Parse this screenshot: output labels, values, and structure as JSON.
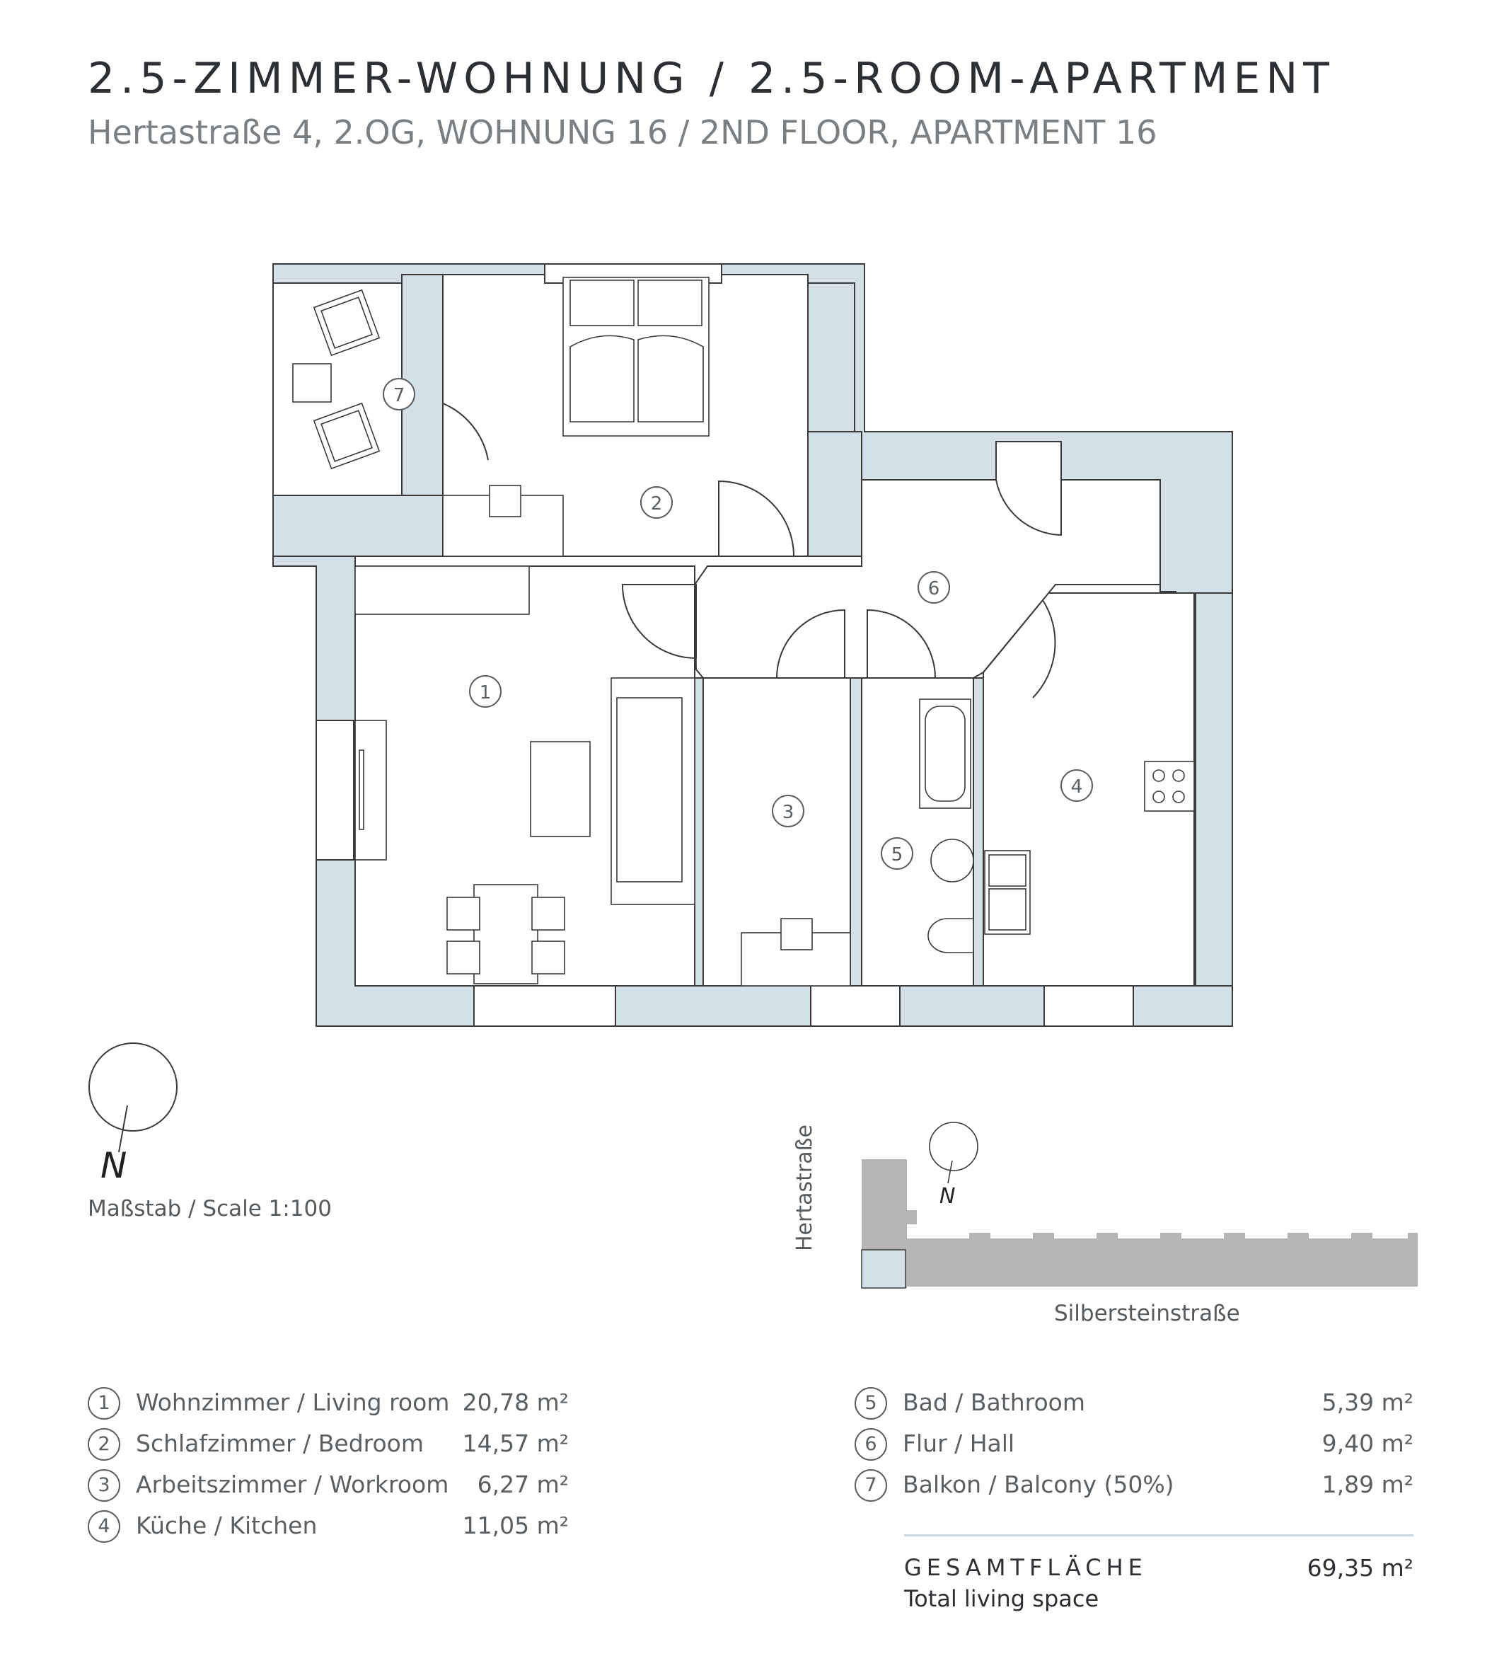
{
  "header": {
    "title": "2.5-ZIMMER-WOHNUNG / 2.5-ROOM-APARTMENT",
    "subtitle": "Hertastraße 4, 2.OG, WOHNUNG 16 / 2ND FLOOR, APARTMENT 16"
  },
  "plan": {
    "room_markers": [
      "1",
      "2",
      "3",
      "4",
      "5",
      "6",
      "7"
    ],
    "compass_letter": "N",
    "scale": "Maßstab / Scale 1:100"
  },
  "site": {
    "street_vertical": "Hertastraße",
    "street_horizontal": "Silbersteinstraße",
    "compass_letter": "N"
  },
  "rooms_left": [
    {
      "num": "1",
      "label": "Wohnzimmer / Living room",
      "area": "20,78 m²"
    },
    {
      "num": "2",
      "label": "Schlafzimmer / Bedroom",
      "area": "14,57 m²"
    },
    {
      "num": "3",
      "label": "Arbeitszimmer / Workroom",
      "area": "6,27 m²"
    },
    {
      "num": "4",
      "label": "Küche / Kitchen",
      "area": "11,05 m²"
    }
  ],
  "rooms_right": [
    {
      "num": "5",
      "label": "Bad / Bathroom",
      "area": "5,39 m²"
    },
    {
      "num": "6",
      "label": "Flur / Hall",
      "area": "9,40 m²"
    },
    {
      "num": "7",
      "label": "Balkon / Balcony (50%)",
      "area": "1,89 m²"
    }
  ],
  "total": {
    "label": "GESAMTFLÄCHE",
    "sublabel": "Total living space",
    "value": "69,35 m²"
  },
  "colors": {
    "wall": "#d3e0e8",
    "line": "#3a3a3a",
    "site_building": "#b5b5b5"
  }
}
